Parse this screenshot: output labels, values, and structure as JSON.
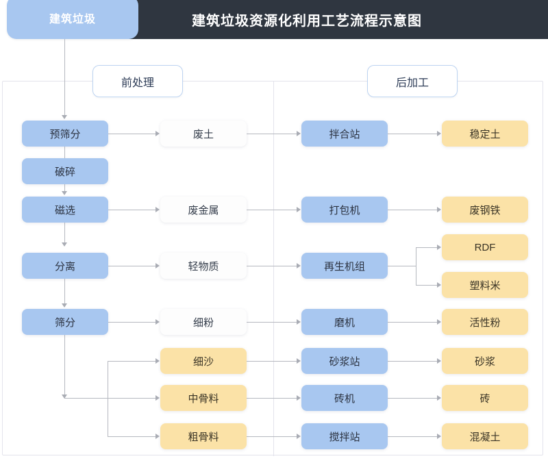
{
  "header": {
    "title": "建筑垃圾资源化利用工艺流程示意图",
    "source_tab_label": "建筑垃圾"
  },
  "stages": {
    "pre_label": "前处理",
    "post_label": "后加工"
  },
  "nodes": {
    "col1": [
      {
        "label": "预筛分",
        "kind": "blue"
      },
      {
        "label": "破碎",
        "kind": "blue"
      },
      {
        "label": "磁选",
        "kind": "blue"
      },
      {
        "label": "分离",
        "kind": "blue"
      },
      {
        "label": "筛分",
        "kind": "blue"
      }
    ],
    "col2": [
      {
        "label": "废土",
        "kind": "white"
      },
      {
        "label": "废金属",
        "kind": "white"
      },
      {
        "label": "轻物质",
        "kind": "white"
      },
      {
        "label": "细粉",
        "kind": "white"
      },
      {
        "label": "细沙",
        "kind": "yellow"
      },
      {
        "label": "中骨料",
        "kind": "yellow"
      },
      {
        "label": "粗骨料",
        "kind": "yellow"
      }
    ],
    "col3": [
      {
        "label": "拌合站",
        "kind": "blue"
      },
      {
        "label": "打包机",
        "kind": "blue"
      },
      {
        "label": "再生机组",
        "kind": "blue"
      },
      {
        "label": "磨机",
        "kind": "blue"
      },
      {
        "label": "砂浆站",
        "kind": "blue"
      },
      {
        "label": "砖机",
        "kind": "blue"
      },
      {
        "label": "搅拌站",
        "kind": "blue"
      }
    ],
    "col4": [
      {
        "label": "稳定土",
        "kind": "yellow"
      },
      {
        "label": "废钢铁",
        "kind": "yellow"
      },
      {
        "label": "RDF",
        "kind": "yellow"
      },
      {
        "label": "塑料米",
        "kind": "yellow"
      },
      {
        "label": "活性粉",
        "kind": "yellow"
      },
      {
        "label": "砂浆",
        "kind": "yellow"
      },
      {
        "label": "砖",
        "kind": "yellow"
      },
      {
        "label": "混凝土",
        "kind": "yellow"
      }
    ]
  },
  "colors": {
    "header_bg": "#2f3640",
    "blue": "#a8c7f0",
    "yellow": "#fbe2a7",
    "white": "#fdfdfd",
    "line": "#b5b8bf",
    "frame": "#e3e3ec",
    "pill_border": "#bdd4f2"
  }
}
